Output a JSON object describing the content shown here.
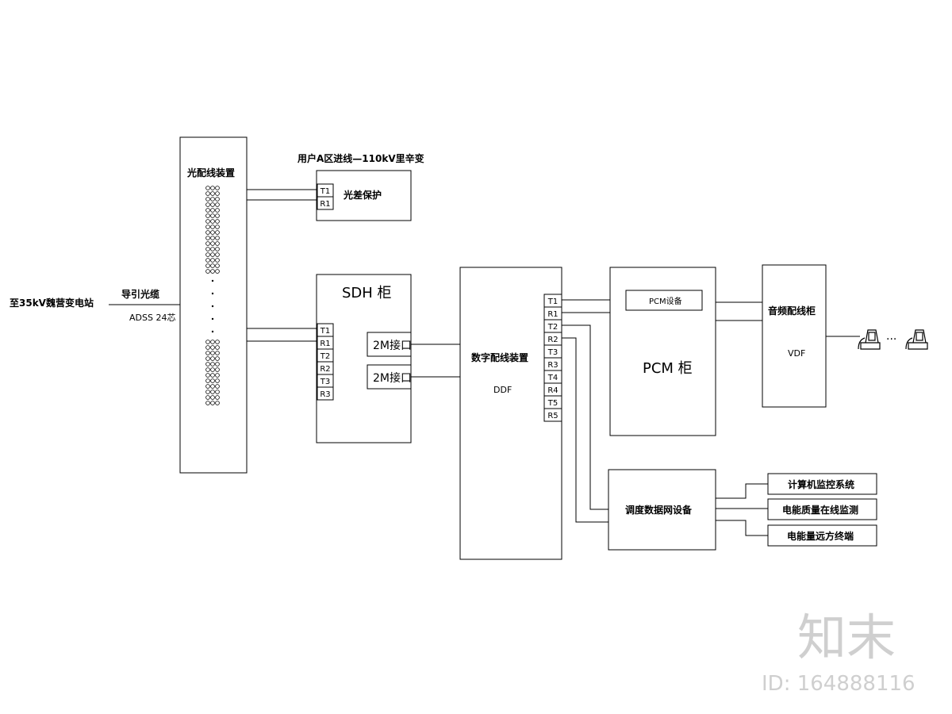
{
  "labels": {
    "source_station": "至35kV魏营变电站",
    "lead_cable": "导引光缆",
    "adss": "ADSS 24芯",
    "odf_title": "光配线装置",
    "user_line": "用户A区进线—110kV里辛变",
    "diff_protection": "光差保护",
    "sdh_title": "SDH  柜",
    "sdh_if1": "2M接口",
    "sdh_if2": "2M接口",
    "ddf_title": "数字配线装置",
    "ddf_sub": "DDF",
    "pcm_device": "PCM设备",
    "pcm_title": "PCM  柜",
    "vdf_title": "音频配线柜",
    "vdf_sub": "VDF",
    "dispatch": "调度数据网设备",
    "sys1": "计算机监控系统",
    "sys2": "电能质量在线监测",
    "sys3": "电能量远方终端",
    "phone_dots": "···"
  },
  "ports": {
    "diff": [
      "T1",
      "R1"
    ],
    "sdh": [
      "T1",
      "R1",
      "T2",
      "R2",
      "T3",
      "R3"
    ],
    "ddf": [
      "T1",
      "R1",
      "T2",
      "R2",
      "T3",
      "R3",
      "T4",
      "R4",
      "T5",
      "R5"
    ]
  },
  "watermark": {
    "logo": "知末",
    "id": "ID: 164888116"
  },
  "icons": [
    "telephone-icon",
    "fiber-coil-icon"
  ]
}
